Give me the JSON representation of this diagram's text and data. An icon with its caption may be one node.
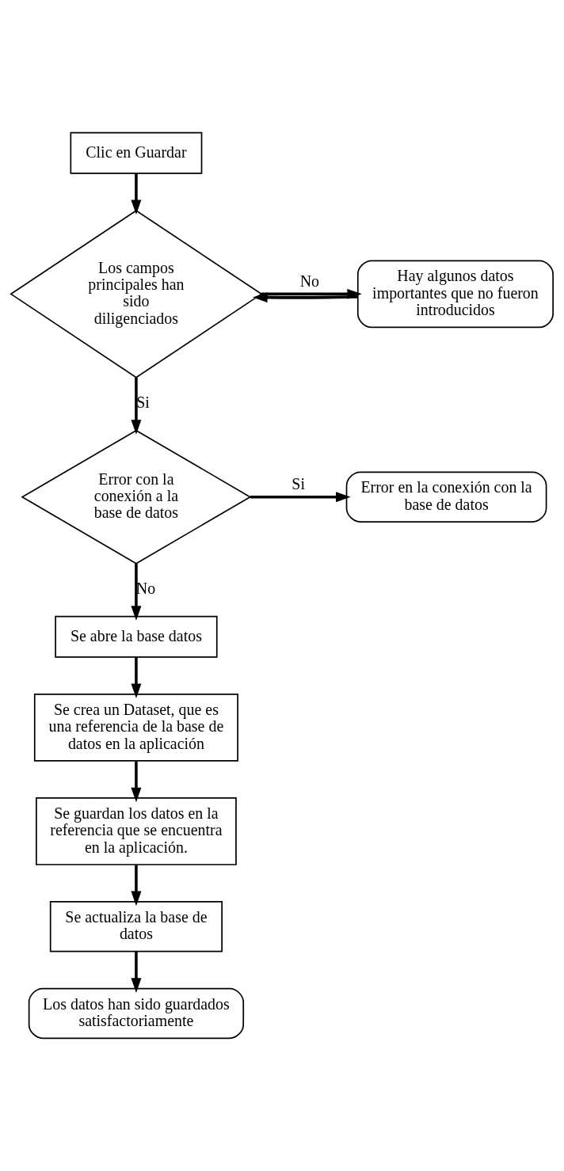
{
  "diagram": {
    "nodes": [
      {
        "text": [
          "Clic en Guardar"
        ]
      },
      {
        "text": [
          "Los campos principales han sido diligenciados"
        ]
      },
      {
        "text": [
          "Hay algunos datos importantes que no fueron introducidos"
        ]
      },
      {
        "text": [
          "Error con la conexión a la base de datos"
        ]
      },
      {
        "text": [
          "Error en la conexión con la base de datos"
        ]
      },
      {
        "text": [
          "Se abre la base datos"
        ]
      },
      {
        "text": [
          "Se crea un Dataset, que es una referencia de la base de datos en la aplicación"
        ]
      },
      {
        "text": [
          "Se guardan los datos en la referencia que se encuentra en la aplicación."
        ]
      },
      {
        "text": [
          "Se actualiza la base de datos"
        ]
      },
      {
        "text": [
          "Los datos han sido guardados satisfactoriamente"
        ]
      }
    ],
    "edges": [
      {
        "from": 0,
        "to": 1,
        "arrow": "to"
      },
      {
        "from": 1,
        "to": 2,
        "label": "No",
        "arrow": "to"
      },
      {
        "from": 2,
        "to": 1,
        "arrow": "to"
      },
      {
        "from": 1,
        "to": 3,
        "label": "Si",
        "arrow": "to"
      },
      {
        "from": 3,
        "to": 4,
        "label": "Si",
        "arrow": "to"
      },
      {
        "from": 3,
        "to": 5,
        "label": "No",
        "arrow": "to"
      },
      {
        "from": 5,
        "to": 6,
        "arrow": "to"
      },
      {
        "from": 6,
        "to": 7,
        "arrow": "to"
      },
      {
        "from": 7,
        "to": 8,
        "arrow": "to"
      },
      {
        "from": 8,
        "to": 9,
        "arrow": "to"
      }
    ]
  }
}
